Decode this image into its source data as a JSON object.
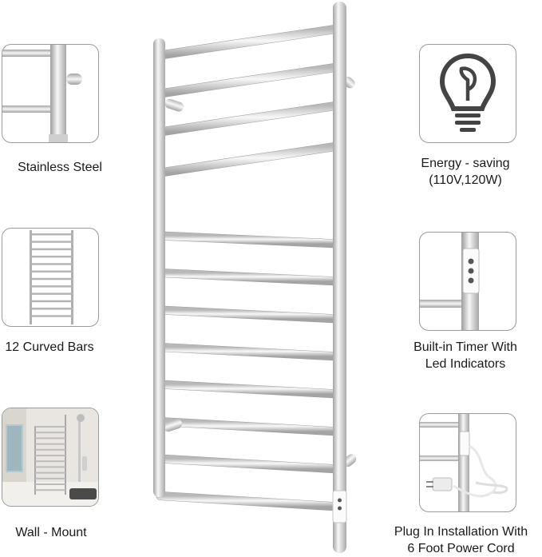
{
  "features": [
    {
      "id": "stainless",
      "icon": "steel-rack-photo-icon",
      "lines": [
        "Stainless Steel"
      ]
    },
    {
      "id": "bars",
      "icon": "curved-bars-photo-icon",
      "lines": [
        "12 Curved Bars"
      ]
    },
    {
      "id": "wall",
      "icon": "bathroom-photo-icon",
      "lines": [
        "Wall - Mount"
      ]
    },
    {
      "id": "energy",
      "icon": "lightbulb-leaf-icon",
      "lines": [
        "Energy - saving",
        "(110V,120W)"
      ]
    },
    {
      "id": "timer",
      "icon": "timer-panel-photo-icon",
      "lines": [
        "Built-in Timer With",
        "Led Indicators"
      ]
    },
    {
      "id": "plug",
      "icon": "power-plug-photo-icon",
      "lines": [
        "Plug In Installation With",
        "6 Foot Power Cord"
      ]
    }
  ],
  "colors": {
    "steel_light": "#f4f4f4",
    "steel_mid": "#cfcfcf",
    "steel_dark": "#9d9d9d",
    "icon_dark": "#444444",
    "border": "#9a9a9a"
  },
  "product": {
    "bar_count": 12
  }
}
